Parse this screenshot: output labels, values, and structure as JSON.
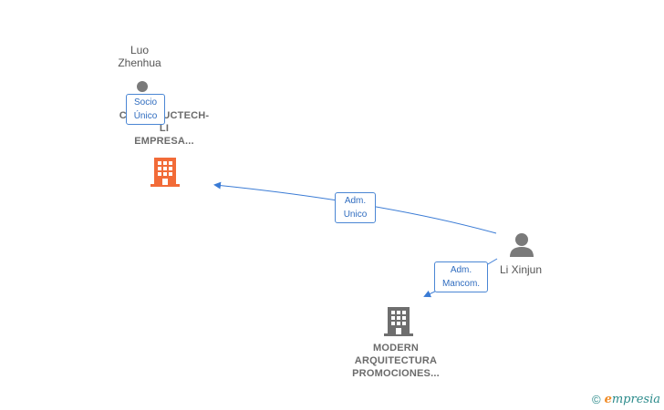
{
  "persons": {
    "luo": {
      "name_line1": "Luo",
      "name_line2": "Zhenhua"
    },
    "li": {
      "name": "Li Xinjun"
    }
  },
  "companies": {
    "consctruct": {
      "line1": "CONSTRUCTECH-",
      "line2": "LI",
      "line3": "EMPRESA..."
    },
    "modern": {
      "line1": "MODERN",
      "line2": "ARQUITECTURA",
      "line3": "PROMOCIONES..."
    }
  },
  "edges": {
    "socio": {
      "line1": "Socio",
      "line2": "Único"
    },
    "adm_unico": {
      "line1": "Adm.",
      "line2": "Unico"
    },
    "adm_mancom": {
      "line1": "Adm.",
      "line2": "Mancom."
    }
  },
  "footer": {
    "copyright": "©",
    "brand_initial": "e",
    "brand_rest": "mpresia"
  },
  "colors": {
    "accent_company": "#f26b38",
    "edge": "#3a7bd5",
    "person_icon": "#7a7a7a",
    "company_gray": "#6e6e6e"
  }
}
